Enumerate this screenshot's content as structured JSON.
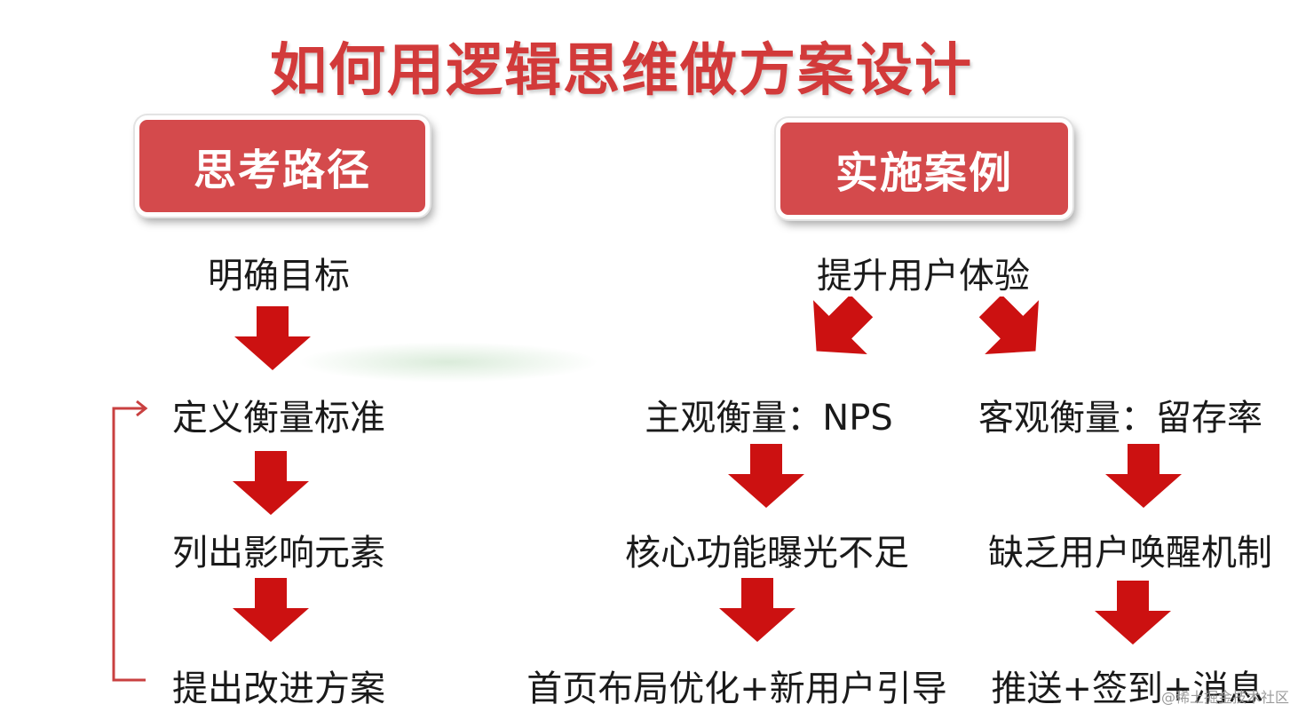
{
  "title": "如何用逻辑思维做方案设计",
  "left": {
    "header": "思考路径",
    "steps": [
      "明确目标",
      "定义衡量标准",
      "列出影响元素",
      "提出改进方案"
    ]
  },
  "right": {
    "header": "实施案例",
    "root": "提升用户体验",
    "branch_a": [
      "主观衡量：NPS",
      "核心功能曝光不足",
      "首页布局优化+新用户引导"
    ],
    "branch_b": [
      "客观衡量：留存率",
      "缺乏用户唤醒机制",
      "推送+签到+消息"
    ]
  },
  "watermark": "@稀土掘金技术社区",
  "colors": {
    "accent": "#d23a3a",
    "header_fill": "#d44a4c",
    "arrow": "#cc1111"
  }
}
